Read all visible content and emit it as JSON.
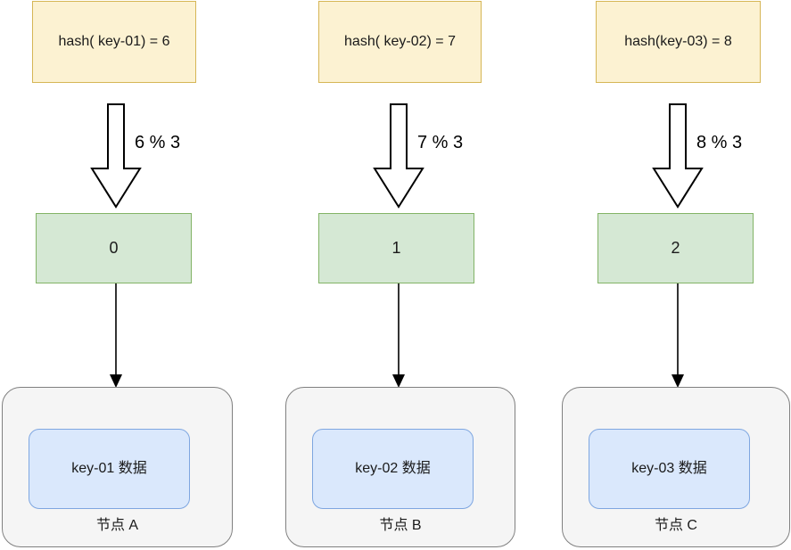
{
  "diagram": {
    "title": "hash modulo key-to-node mapping",
    "colors": {
      "hash_fill": "#fcf2d2",
      "hash_stroke": "#d6b656",
      "slot_fill": "#d5e8d4",
      "slot_stroke": "#82b366",
      "data_fill": "#dae8fc",
      "data_stroke": "#7ea6e0",
      "node_fill": "#f5f5f5",
      "node_stroke": "#808080",
      "arrow_stroke": "#000000",
      "background": "#ffffff"
    },
    "columns": [
      {
        "hash_label": "hash( key-01) = 6",
        "mod_label": "6 % 3",
        "slot_label": "0",
        "data_label": "key-01 数据",
        "node_label": "节点 A"
      },
      {
        "hash_label": "hash( key-02) = 7",
        "mod_label": "7 % 3",
        "slot_label": "1",
        "data_label": "key-02 数据",
        "node_label": "节点 B"
      },
      {
        "hash_label": "hash(key-03) = 8",
        "mod_label": "8 % 3",
        "slot_label": "2",
        "data_label": "key-03 数据",
        "node_label": "节点 C"
      }
    ]
  }
}
